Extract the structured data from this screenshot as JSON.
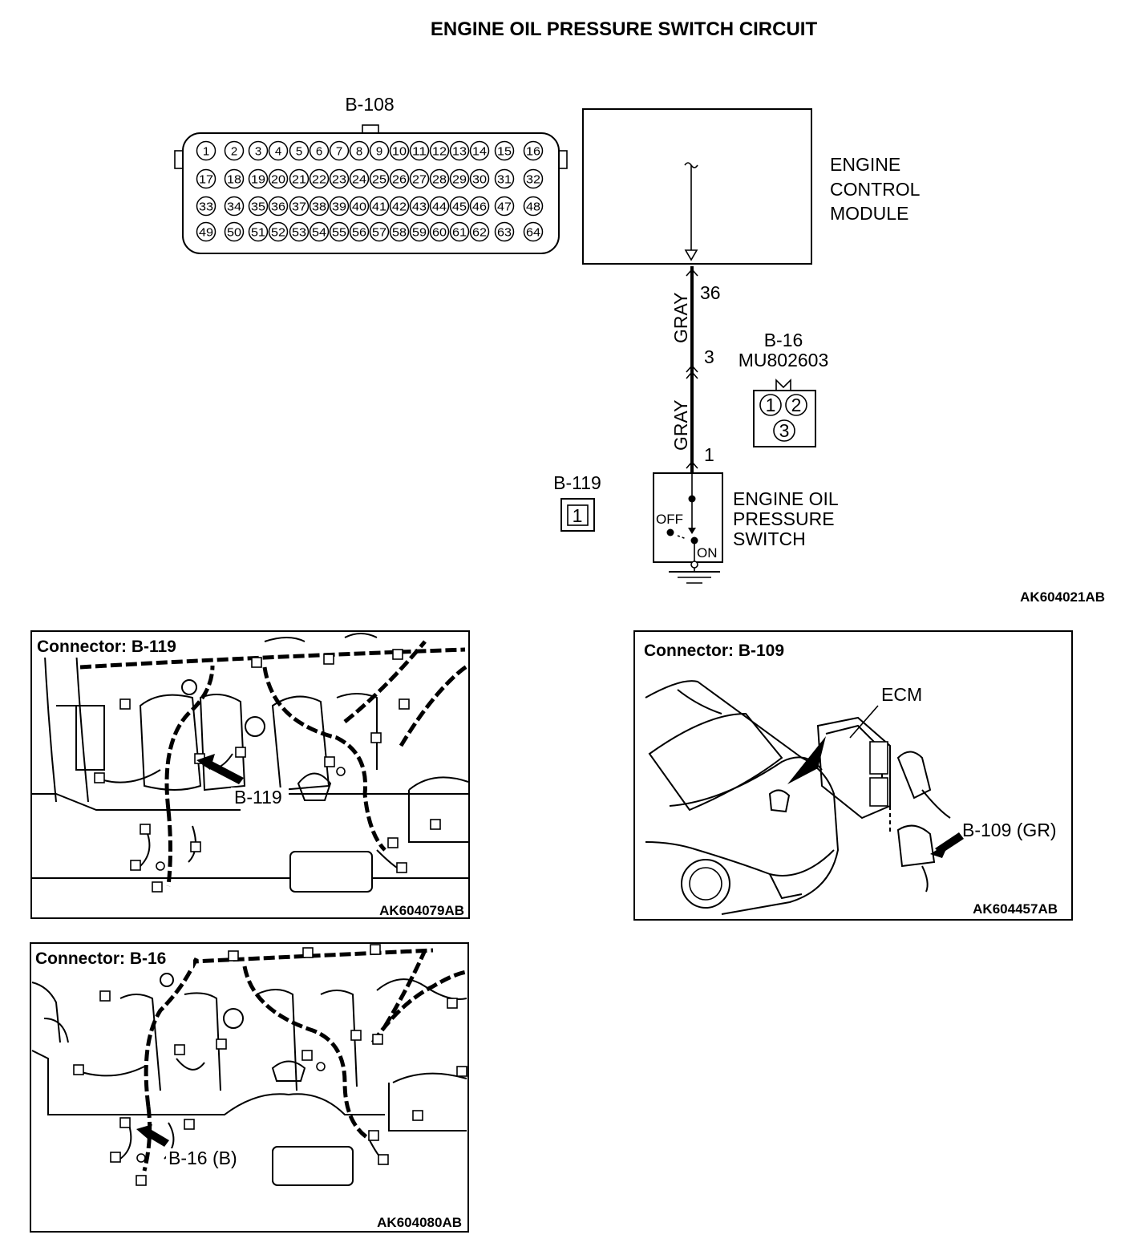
{
  "diagram": {
    "title": "ENGINE OIL PRESSURE SWITCH CIRCUIT",
    "code": "AK604021AB"
  },
  "connector_b108": {
    "name": "B-108",
    "rows": [
      [
        "1",
        "2",
        "3",
        "4",
        "5",
        "6",
        "7",
        "8",
        "9",
        "10",
        "11",
        "12",
        "13",
        "14",
        "15",
        "16"
      ],
      [
        "17",
        "18",
        "19",
        "20",
        "21",
        "22",
        "23",
        "24",
        "25",
        "26",
        "27",
        "28",
        "29",
        "30",
        "31",
        "32"
      ],
      [
        "33",
        "34",
        "35",
        "36",
        "37",
        "38",
        "39",
        "40",
        "41",
        "42",
        "43",
        "44",
        "45",
        "46",
        "47",
        "48"
      ],
      [
        "49",
        "50",
        "51",
        "52",
        "53",
        "54",
        "55",
        "56",
        "57",
        "58",
        "59",
        "60",
        "61",
        "62",
        "63",
        "64"
      ]
    ]
  },
  "ecm": {
    "line1": "ENGINE",
    "line2": "CONTROL",
    "line3": "MODULE"
  },
  "wiring": {
    "pin_ecm": "36",
    "wire_upper": "GRAY",
    "pin_connector": "3",
    "wire_lower": "GRAY",
    "pin_switch": "1"
  },
  "connector_b16": {
    "name": "B-16",
    "part": "MU802603",
    "pins": [
      "1",
      "2",
      "3"
    ]
  },
  "connector_b119": {
    "name": "B-119",
    "pin": "1"
  },
  "switch": {
    "line1": "ENGINE OIL",
    "line2": "PRESSURE",
    "line3": "SWITCH",
    "off": "OFF",
    "on": "ON"
  },
  "panels": {
    "b119": {
      "caption": "Connector: B-119",
      "label": "B-119",
      "code": "AK604079AB"
    },
    "b109": {
      "caption": "Connector: B-109",
      "ecm_label": "ECM",
      "label": "B-109 (GR)",
      "code": "AK604457AB"
    },
    "b16": {
      "caption": "Connector: B-16",
      "label": "B-16 (B)",
      "code": "AK604080AB"
    }
  }
}
